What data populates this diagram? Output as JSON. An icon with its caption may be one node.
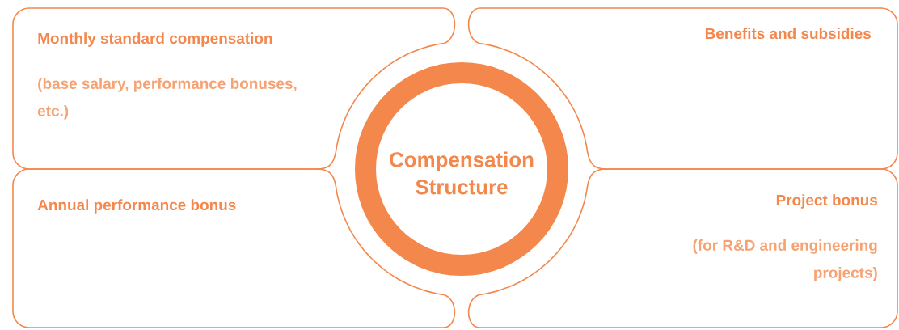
{
  "diagram": {
    "nodes": [
      {
        "text": [
          "Monthly standard compensation",
          "(base salary, performance bonuses, etc.)"
        ]
      },
      {
        "text": [
          "Benefits and subsidies"
        ]
      },
      {
        "text": [
          "Compensation Structure"
        ]
      },
      {
        "text": [
          "Annual performance bonus"
        ]
      },
      {
        "text": [
          "Project bonus",
          "(for R&D and engineering projects)"
        ]
      }
    ]
  }
}
